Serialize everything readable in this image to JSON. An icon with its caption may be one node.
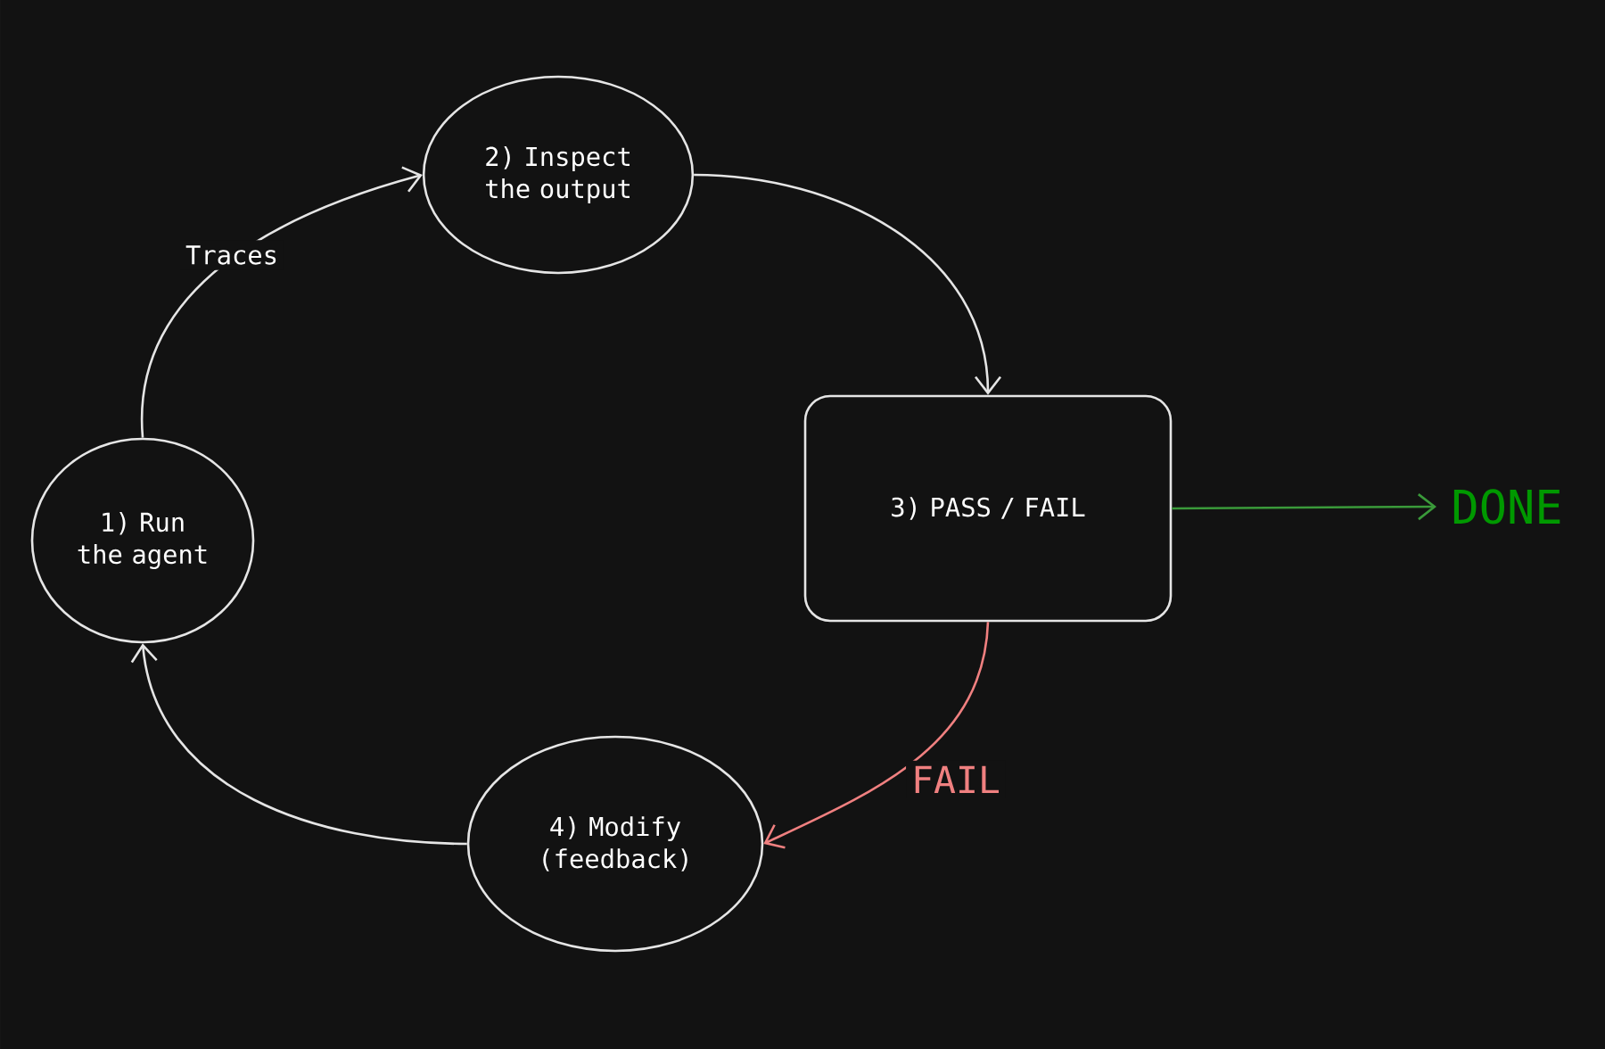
{
  "diagram": {
    "nodes": [
      {
        "text": [
          "1) Run the agent"
        ]
      },
      {
        "text": [
          "2) Inspect the output"
        ]
      },
      {
        "text": [
          "3) PASS / FAIL"
        ]
      },
      {
        "text": [
          "DONE"
        ]
      },
      {
        "text": [
          "4) Modify (feedback)"
        ]
      }
    ],
    "edges": [
      {
        "from": 0,
        "to": 1,
        "arrow": "to",
        "label": "Traces"
      },
      {
        "from": 1,
        "to": 2,
        "arrow": "to"
      },
      {
        "from": 2,
        "to": 3,
        "arrow": "to",
        "color": "#3a9a3a"
      },
      {
        "from": 2,
        "to": 4,
        "arrow": "to",
        "label": "FAIL",
        "color": "#f08080"
      },
      {
        "from": 4,
        "to": 0,
        "arrow": "to"
      }
    ]
  }
}
